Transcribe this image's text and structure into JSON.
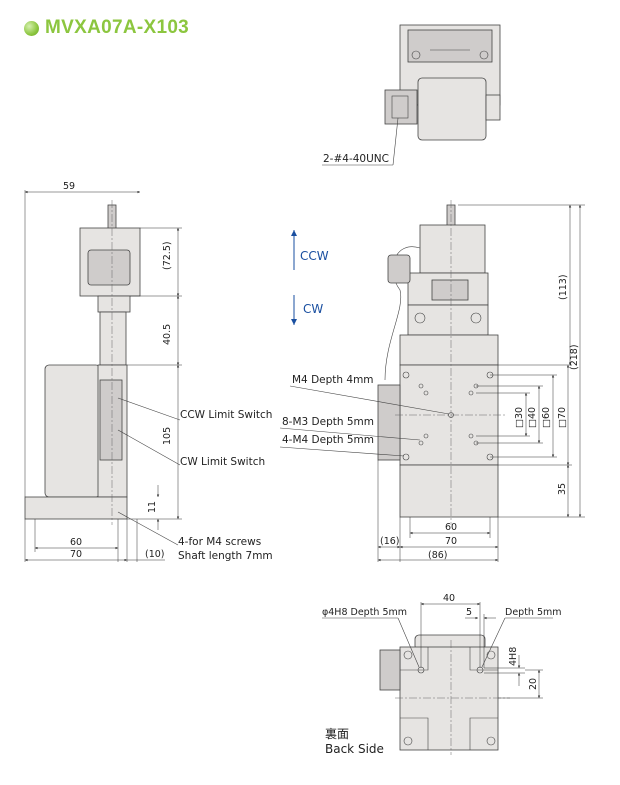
{
  "title": "MVXA07A-X103",
  "colors": {
    "accent": "#8cc63f",
    "direction": "#1a4fa0"
  },
  "top_view": {
    "connector_label": "2-#4-40UNC"
  },
  "side_view": {
    "width_dim": "59",
    "motor_height_dim": "(72.5)",
    "coupling_dim": "40.5",
    "stage_height_dim": "105",
    "base_dim": "11",
    "ccw_switch": "CCW Limit Switch",
    "cw_switch": "CW Limit Switch",
    "screws": "4-for M4 screws",
    "shaft": "Shaft length 7mm",
    "base_inner_dim": "60",
    "base_outer_dim": "70",
    "offset_dim": "(10)"
  },
  "direction": {
    "ccw": "CCW",
    "cw": "CW"
  },
  "front_view": {
    "total_motor_dim": "(113)",
    "total_dim": "(218)",
    "m4_depth4": "M4 Depth 4mm",
    "m3_depth5": "8-M3 Depth 5mm",
    "m4_depth5": "4-M4 Depth 5mm",
    "sq30": "□30",
    "sq40": "□40",
    "sq60": "□60",
    "sq70": "□70",
    "base_dim": "35",
    "inner_dim": "60",
    "width_dim": "70",
    "connector_dim": "(16)",
    "overall_dim": "(86)"
  },
  "back_view": {
    "pitch_dim": "40",
    "slot_dim": "5",
    "pin_hole": "φ4H8 Depth 5mm",
    "slot_depth": "Depth 5mm",
    "slot_width": "4H8",
    "offset_dim": "20",
    "label_jp": "裏面",
    "label_en": "Back Side"
  }
}
